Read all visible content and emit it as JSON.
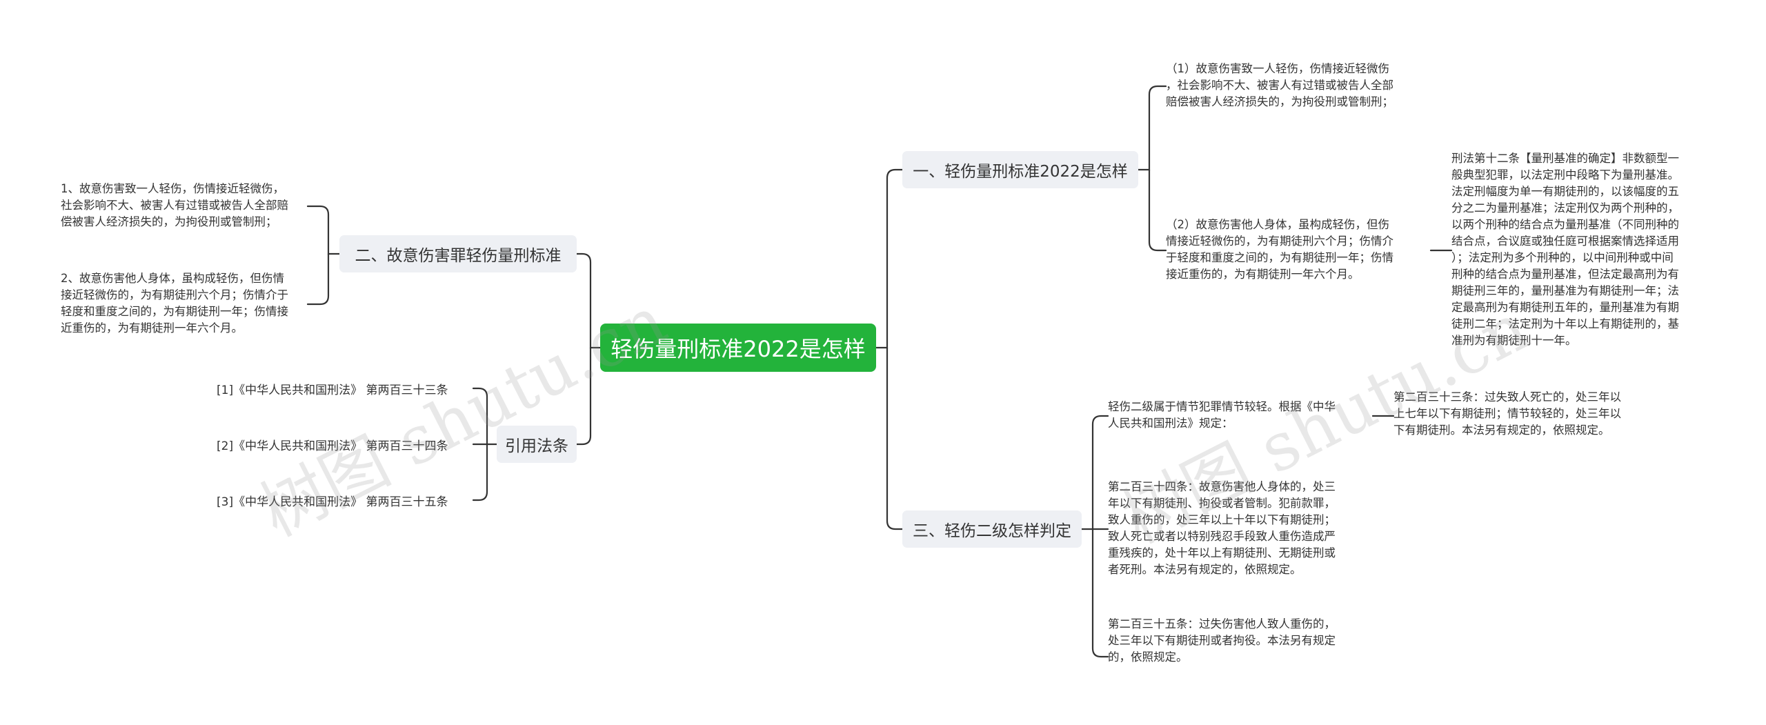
{
  "root": {
    "label": "轻伤量刑标准2022是怎样"
  },
  "branches": {
    "b1": {
      "label": "一、轻伤量刑标准2022是怎样"
    },
    "b2": {
      "label": "二、故意伤害罪轻伤量刑标准"
    },
    "b3": {
      "label": "三、轻伤二级怎样判定"
    },
    "b4": {
      "label": "引用法条"
    }
  },
  "leaves": {
    "b1_l1": "（1）故意伤害致一人轻伤，伤情接近轻微伤\n，社会影响不大、被害人有过错或被告人全部\n赔偿被害人经济损失的，为拘役刑或管制刑；",
    "b1_l2": "（2）故意伤害他人身体，虽构成轻伤，但伤\n情接近轻微伤的，为有期徒刑六个月；伤情介\n于轻度和重度之间的，为有期徒刑一年；伤情\n接近重伤的，为有期徒刑一年六个月。",
    "b1_l2_detail": "刑法第十二条【量刑基准的确定】非数额型一\n般典型犯罪，以法定刑中段略下为量刑基准。\n法定刑幅度为单一有期徒刑的，以该幅度的五\n分之二为量刑基准；法定刑仅为两个刑种的，\n以两个刑种的结合点为量刑基准（不同刑种的\n结合点，合议庭或独任庭可根据案情选择适用\n）；法定刑为多个刑种的，以中间刑种或中间\n刑种的结合点为量刑基准，但法定最高刑为有\n期徒刑三年的，量刑基准为有期徒刑一年；法\n定最高刑为有期徒刑五年的，量刑基准为有期\n徒刑二年；法定刑为十年以上有期徒刑的，基\n准刑为有期徒刑十一年。",
    "b2_l1": "1、故意伤害致一人轻伤，伤情接近轻微伤，\n社会影响不大、被害人有过错或被告人全部赔\n偿被害人经济损失的，为拘役刑或管制刑；",
    "b2_l2": "2、故意伤害他人身体，虽构成轻伤，但伤情\n接近轻微伤的，为有期徒刑六个月；伤情介于\n轻度和重度之间的，为有期徒刑一年；伤情接\n近重伤的，为有期徒刑一年六个月。",
    "b3_l1": "轻伤二级属于情节犯罪情节较轻。根据《中华\n人民共和国刑法》规定：",
    "b3_l1_detail": "第二百三十三条：过失致人死亡的，处三年以\n上七年以下有期徒刑；情节较轻的，处三年以\n下有期徒刑。本法另有规定的，依照规定。",
    "b3_l2": "第二百三十四条：故意伤害他人身体的，处三\n年以下有期徒刑、拘役或者管制。犯前款罪，\n致人重伤的，处三年以上十年以下有期徒刑；\n致人死亡或者以特别残忍手段致人重伤造成严\n重残疾的，处十年以上有期徒刑、无期徒刑或\n者死刑。本法另有规定的，依照规定。",
    "b3_l3": "第二百三十五条：过失伤害他人致人重伤的，\n处三年以下有期徒刑或者拘役。本法另有规定\n的，依照规定。"
  },
  "refs": [
    "[1]《中华人民共和国刑法》 第两百三十三条",
    "[2]《中华人民共和国刑法》 第两百三十四条",
    "[3]《中华人民共和国刑法》 第两百三十五条"
  ],
  "watermarks": [
    "树图 shutu.cn",
    "树图 shutu.cn"
  ],
  "colors": {
    "root_fill": "#23b33b",
    "root_text": "#ffffff",
    "branch_fill": "#eef0f4",
    "line": "#333333",
    "text": "#333333",
    "watermark": "#b4b4b4"
  }
}
